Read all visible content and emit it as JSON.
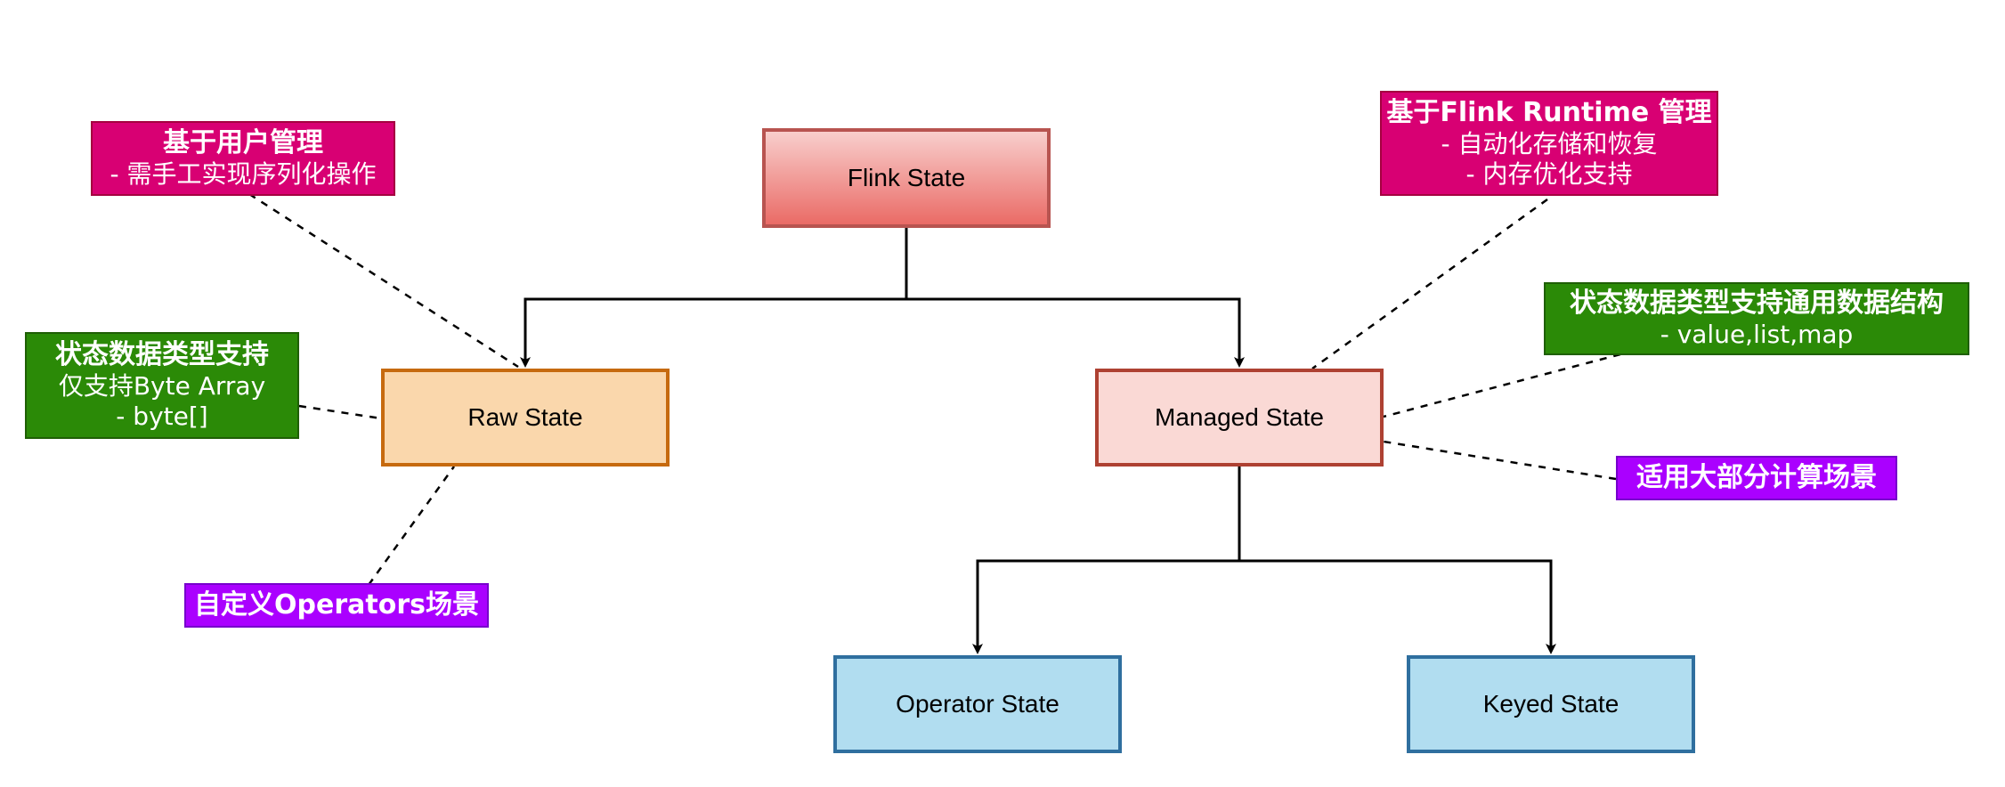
{
  "nodes": {
    "flink_state": "Flink State",
    "raw_state": "Raw State",
    "managed_state": "Managed State",
    "operator_state": "Operator State",
    "keyed_state": "Keyed State"
  },
  "notes": {
    "user_managed": {
      "title": "基于用户管理",
      "line1": "- 需手工实现序列化操作"
    },
    "raw_types": {
      "title": "状态数据类型支持",
      "line1": "仅支持Byte Array",
      "line2": "- byte[]"
    },
    "custom_operators": {
      "title": "自定义Operators场景"
    },
    "runtime_managed": {
      "title": "基于Flink Runtime 管理",
      "line1": "- 自动化存储和恢复",
      "line2": "- 内存优化支持"
    },
    "managed_types": {
      "title": "状态数据类型支持通用数据结构",
      "line1": "- value,list,map"
    },
    "general_use": {
      "title": "适用大部分计算场景"
    }
  },
  "colors": {
    "pink_note": "#d80073",
    "green_note": "#2b8a07",
    "purple_note": "#aa00ff",
    "flink_fill": "#ea6b66",
    "raw_fill": "#fad7ac",
    "managed_fill": "#fad9d5",
    "child_fill": "#b1ddf0"
  }
}
